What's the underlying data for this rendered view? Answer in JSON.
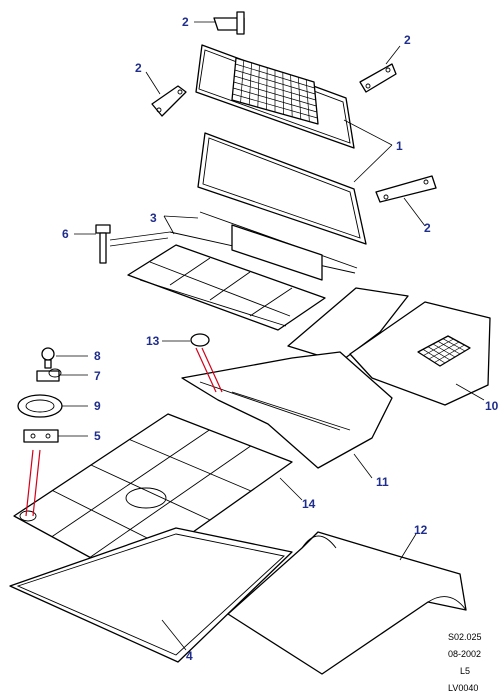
{
  "colors": {
    "callout": "#1f2d8c",
    "highlight": "#d4001a",
    "line": "#000000"
  },
  "callouts": [
    {
      "id": "c2a",
      "label": "2"
    },
    {
      "id": "c2b",
      "label": "2"
    },
    {
      "id": "c2c",
      "label": "2"
    },
    {
      "id": "c2d",
      "label": "2"
    },
    {
      "id": "c1",
      "label": "1"
    },
    {
      "id": "c3",
      "label": "3"
    },
    {
      "id": "c6",
      "label": "6"
    },
    {
      "id": "c13",
      "label": "13"
    },
    {
      "id": "c8",
      "label": "8"
    },
    {
      "id": "c7",
      "label": "7"
    },
    {
      "id": "c9",
      "label": "9"
    },
    {
      "id": "c5",
      "label": "5"
    },
    {
      "id": "c10",
      "label": "10"
    },
    {
      "id": "c11",
      "label": "11"
    },
    {
      "id": "c14",
      "label": "14"
    },
    {
      "id": "c12",
      "label": "12"
    },
    {
      "id": "c4",
      "label": "4"
    }
  ],
  "footer": {
    "code": "S02.025",
    "date": "08-2002",
    "level": "L5",
    "ref": "LV0040"
  }
}
